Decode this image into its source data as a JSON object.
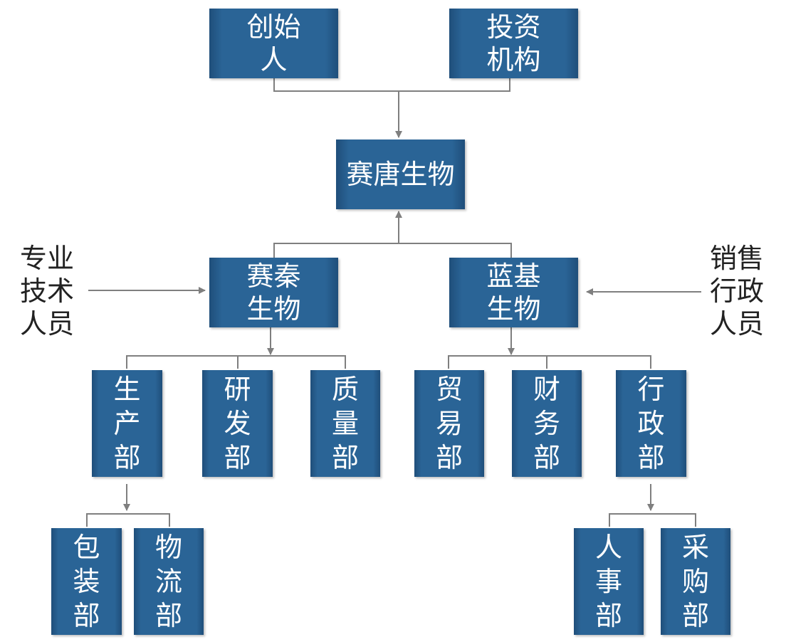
{
  "diagram": {
    "nodes": {
      "founder": "创始\n人",
      "investor": "投资\n机构",
      "company": "赛唐生物",
      "saiqin": "赛秦\n生物",
      "lanji": "蓝基\n生物",
      "production": "生\n产\n部",
      "rnd": "研\n发\n部",
      "quality": "质\n量\n部",
      "trade": "贸\n易\n部",
      "finance": "财\n务\n部",
      "admin": "行\n政\n部",
      "packaging": "包\n装\n部",
      "logistics": "物\n流\n部",
      "hr": "人\n事\n部",
      "purchasing": "采\n购\n部"
    },
    "side_labels": {
      "left": "专业\n技术\n人员",
      "right": "销售\n行政\n人员"
    },
    "colors": {
      "box": "#2a6496",
      "box_edge": "#1f4e7a",
      "connector": "#7f7f7f",
      "text_on_box": "#ffffff",
      "side_text": "#222222"
    }
  }
}
